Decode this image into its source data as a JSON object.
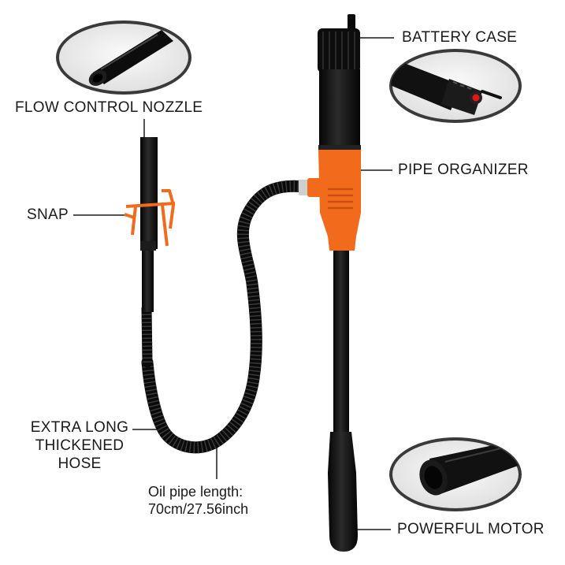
{
  "labels": {
    "battery_case": "BATTERY CASE",
    "flow_control_nozzle": "FLOW CONTROL NOZZLE",
    "pipe_organizer": "PIPE ORGANIZER",
    "snap": "SNAP",
    "hose_line1": "EXTRA LONG",
    "hose_line2": "THICKENED",
    "hose_line3": "HOSE",
    "pipe_length_line1": "Oil pipe length:",
    "pipe_length_line2": "70cm/27.56inch",
    "powerful_motor": "POWERFUL MOTOR"
  },
  "colors": {
    "body_black": "#111111",
    "accent_orange": "#f26b1d",
    "inset_frame": "#3a3a3a",
    "inset_bg": "#f3f3f3",
    "motor_red": "#e01818"
  },
  "icons": {
    "battery_inset": "battery-cap-closeup",
    "nozzle_inset": "nozzle-tube-closeup",
    "motor_inset": "motor-tip-closeup"
  }
}
